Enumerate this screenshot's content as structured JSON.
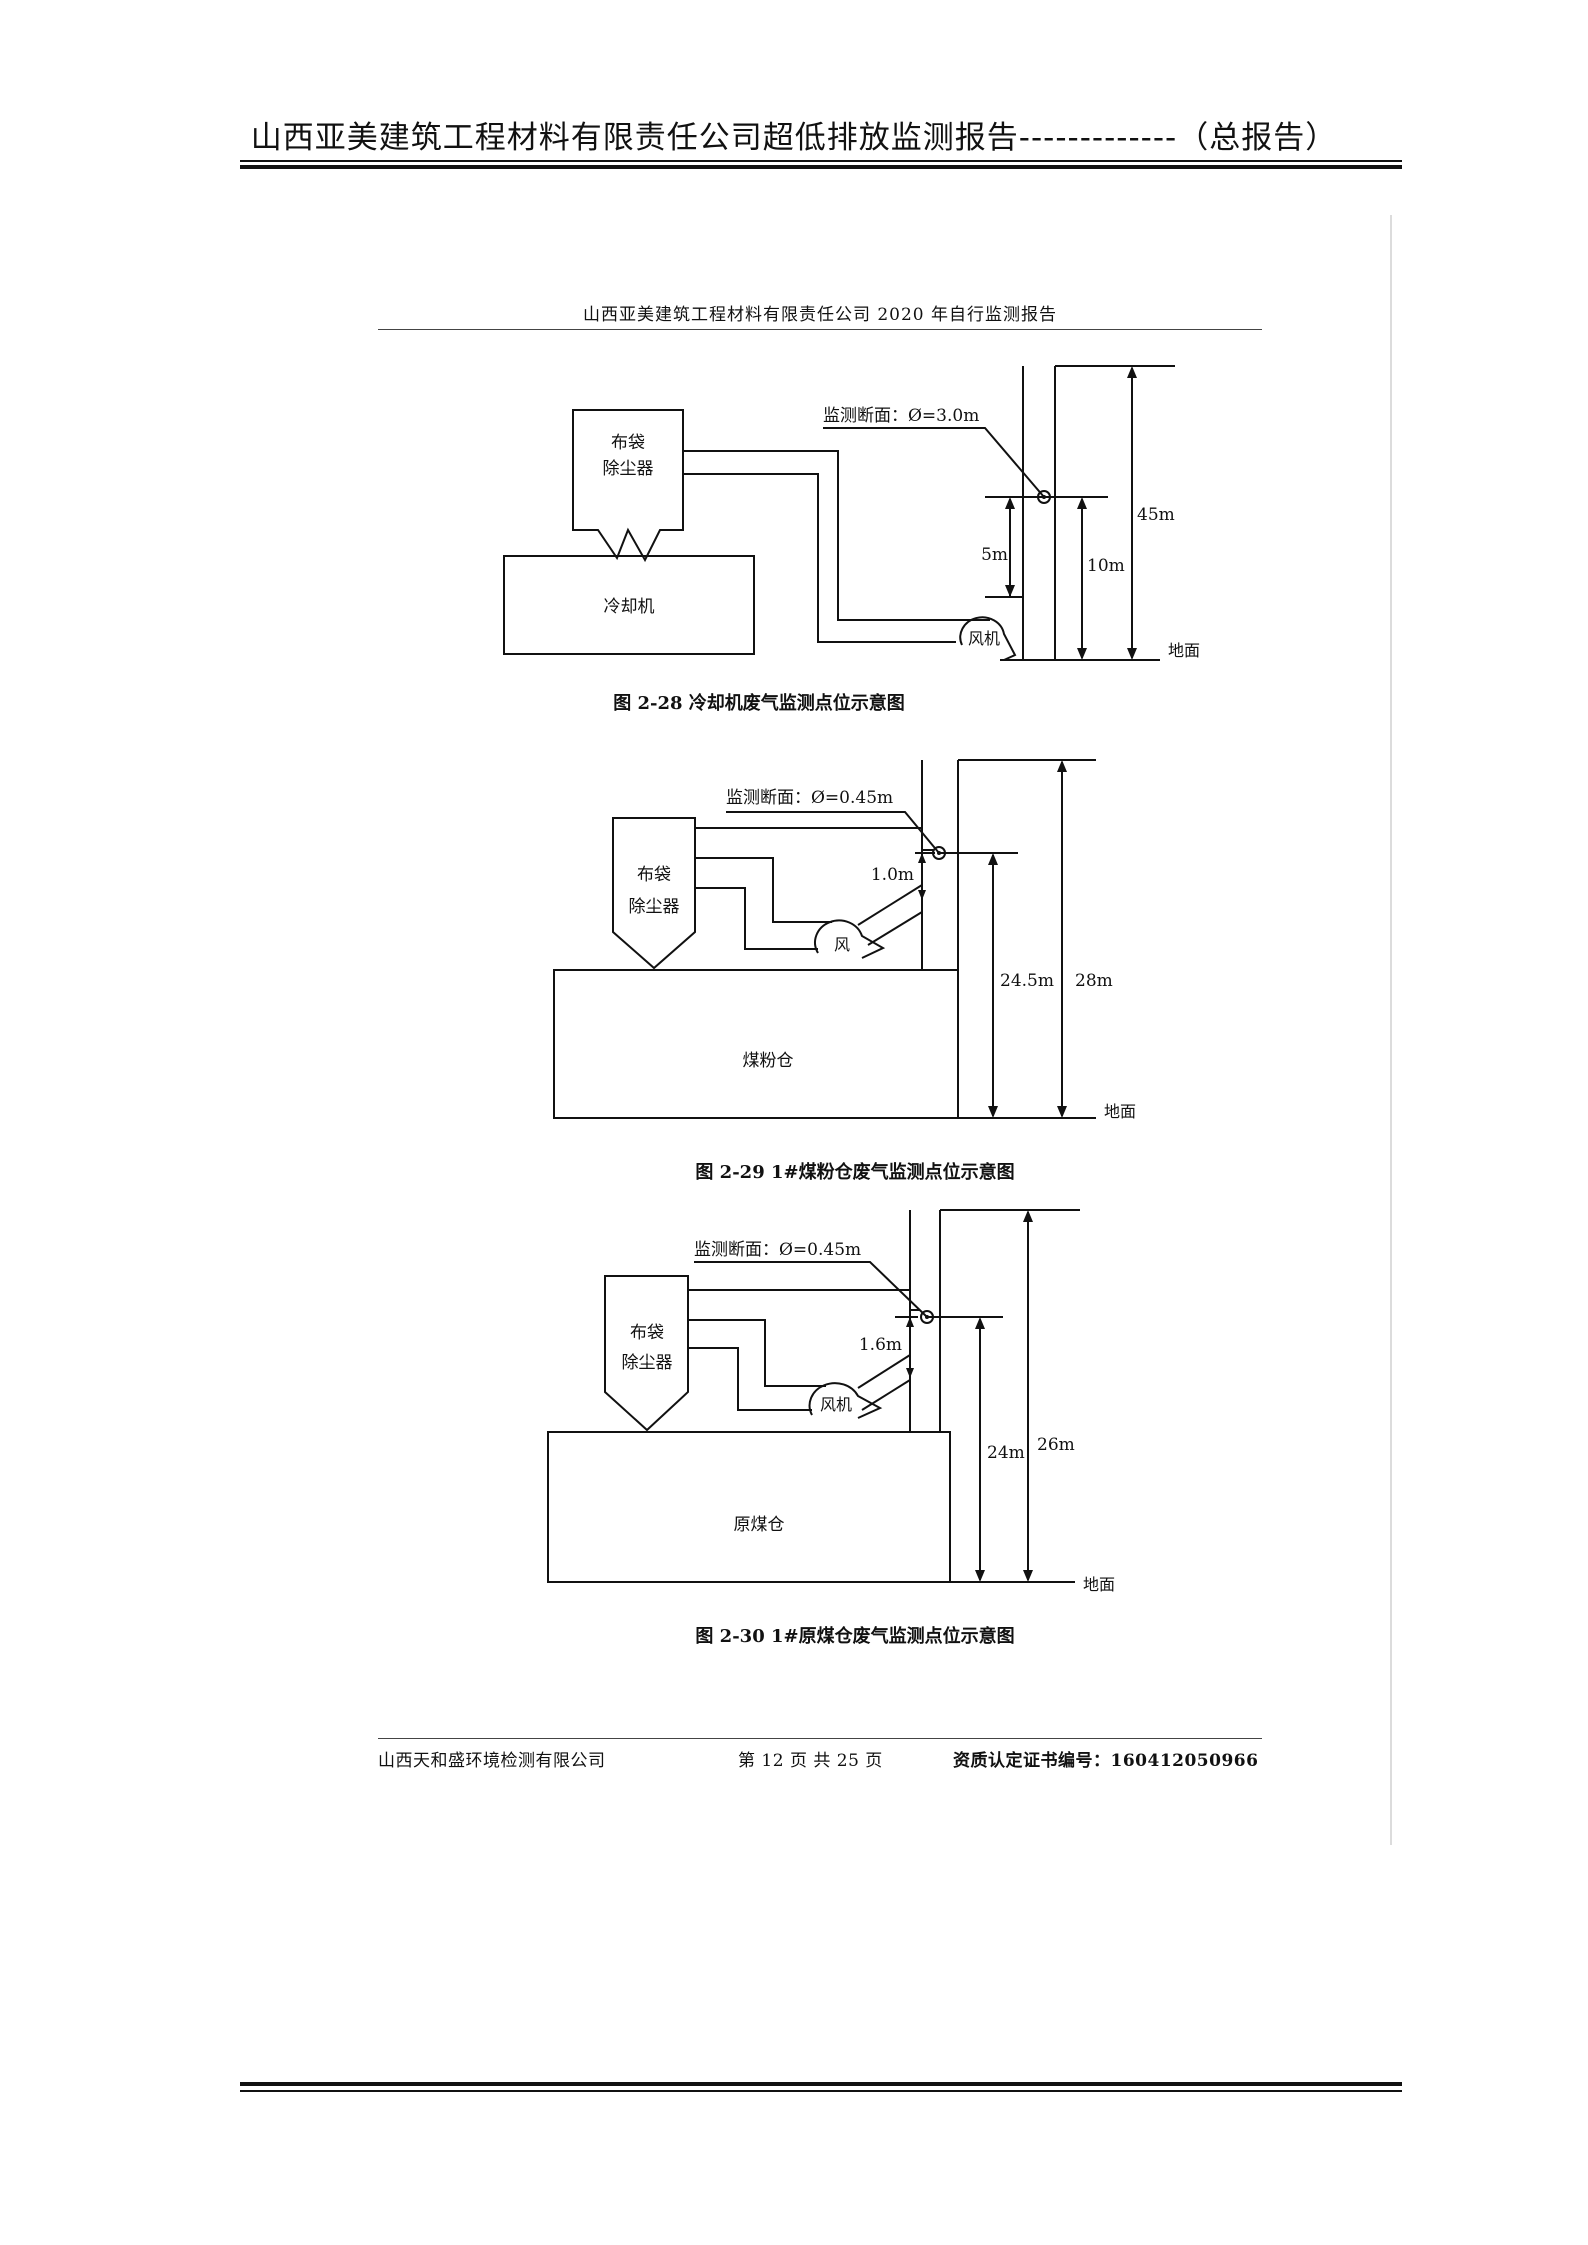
{
  "page": {
    "title": "山西亚美建筑工程材料有限责任公司超低排放监测报告-------------（总报告）"
  },
  "inner": {
    "header": "山西亚美建筑工程材料有限责任公司 2020 年自行监测报告",
    "footer_left": "山西天和盛环境检测有限公司",
    "footer_middle": "第 12 页 共 25 页",
    "footer_right": "资质认定证书编号：160412050966"
  },
  "figures": [
    {
      "caption": "图 2-28 冷却机废气监测点位示意图",
      "dust_collector": [
        "布袋",
        "除尘器"
      ],
      "base": "冷却机",
      "fan": "风机",
      "section": "监测断面：Ø=3.0m",
      "dims": [
        "5m",
        "10m",
        "45m"
      ],
      "ground": "地面"
    },
    {
      "caption": "图 2-29 1#煤粉仓废气监测点位示意图",
      "dust_collector": [
        "布袋",
        "除尘器"
      ],
      "base": "煤粉仓",
      "fan": "风",
      "section": "监测断面：Ø=0.45m",
      "dims": [
        "1.0m",
        "24.5m",
        "28m"
      ],
      "ground": "地面"
    },
    {
      "caption": "图 2-30 1#原煤仓废气监测点位示意图",
      "dust_collector": [
        "布袋",
        "除尘器"
      ],
      "base": "原煤仓",
      "fan": "风机",
      "section": "监测断面：Ø=0.45m",
      "dims": [
        "1.6m",
        "24m",
        "26m"
      ],
      "ground": "地面"
    }
  ]
}
